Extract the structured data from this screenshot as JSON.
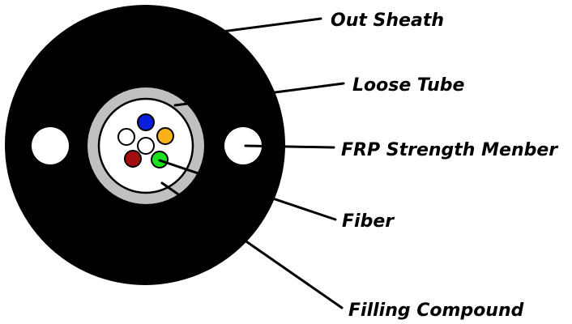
{
  "title": "Optical Fiber Cable Cross-Section",
  "colors": {
    "sheath": "#000000",
    "loose_tube": "#c0c0c0",
    "filling": "#ffffff",
    "frp": "#ffffff",
    "leader": "#000000"
  },
  "labels": {
    "out_sheath": "Out Sheath",
    "loose_tube": "Loose Tube",
    "frp": "FRP Strength Menber",
    "fiber": "Fiber",
    "filling": "Filling Compound"
  },
  "fibers": [
    {
      "name": "blue",
      "color": "#0a1fdc"
    },
    {
      "name": "orange",
      "color": "#f9b21a"
    },
    {
      "name": "white-left",
      "color": "#ffffff"
    },
    {
      "name": "white-center",
      "color": "#ffffff"
    },
    {
      "name": "red",
      "color": "#a40d0d"
    },
    {
      "name": "green",
      "color": "#1ee01e"
    }
  ]
}
